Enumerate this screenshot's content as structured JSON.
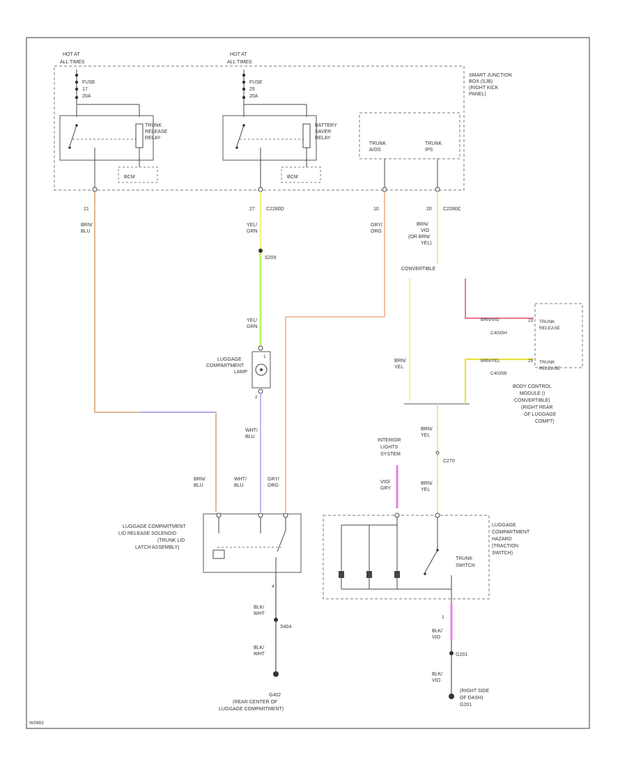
{
  "power": {
    "hot1": [
      "HOT AT",
      "ALL TIMES"
    ],
    "hot2": [
      "HOT AT",
      "ALL TIMES"
    ],
    "fuse1": [
      "FUSE",
      "17",
      "20A"
    ],
    "fuse2": [
      "FUSE",
      "25",
      "20A"
    ]
  },
  "sjb": {
    "label": [
      "SMART JUNCTION",
      "BOX (SJB)",
      "(RIGHT KICK",
      "PANEL)"
    ],
    "relay1": [
      "TRUNK",
      "RELEASE",
      "RELAY"
    ],
    "relay2": [
      "BATTERY",
      "SAVER",
      "RELAY"
    ],
    "body_label1": "BCM",
    "body_label2": "BCM",
    "trunk_a": [
      "TRUNK",
      "A/OS"
    ],
    "trunk_b": [
      "TRUNK",
      "IPS"
    ],
    "pins": [
      "21",
      "27",
      "10",
      "20"
    ],
    "connector1": "C2280D",
    "connector2": "C2280C"
  },
  "wires": {
    "w1": [
      "BRN/",
      "BLU"
    ],
    "w2": [
      "YEL/",
      "GRN"
    ],
    "w3": [
      "GRY/",
      "ORG"
    ],
    "w4": [
      "BRN/",
      "VIO",
      "(OR BRN/",
      "YEL)"
    ],
    "w2b": [
      "YEL/",
      "GRN"
    ],
    "w5": [
      "BRN/",
      "YEL"
    ],
    "w6": [
      "BRN/",
      "YEL"
    ],
    "w7": [
      "WHT/",
      "BLU"
    ],
    "w8": [
      "BRN/",
      "BLU"
    ],
    "w9": [
      "WHT/",
      "BLU"
    ],
    "w10": [
      "GRY/",
      "ORG"
    ],
    "w11": [
      "VIO/",
      "GRY"
    ],
    "w12": [
      "BRN/",
      "YEL"
    ],
    "w13": [
      "BLK/",
      "WHT"
    ],
    "w14": [
      "BLK/",
      "WHT"
    ],
    "w15": [
      "BLK/",
      "VIO"
    ],
    "w16": [
      "BLK/",
      "VIO"
    ],
    "w_top_right": "BRN/VIO",
    "w_bot_right": "BRN/YEL"
  },
  "splices": {
    "s1": "S209",
    "s2": "C270",
    "s3": "S404",
    "s4": "G201"
  },
  "convertible": "CONVERTIBLE",
  "bcm": {
    "pin1": "23",
    "pin2": "25",
    "pin1_label": [
      "TRUNK",
      "RELEASE"
    ],
    "pin2_label": [
      "TRUNK",
      "RELEASE"
    ],
    "conn1": "C4035H",
    "conn2": "C4035B",
    "label": [
      "BODY CONTROL",
      "MODULE (I",
      "CONVERTIBLE)",
      "(RIGHT REAR",
      "OF LUGGAGE",
      "COMPT)"
    ]
  },
  "lamp": {
    "label": [
      "LUGGAGE",
      "COMPARTMENT",
      "LAMP"
    ],
    "pin_top": "1",
    "pin_bot": "2"
  },
  "latch": {
    "label": [
      "LUGGAGE COMPARTMENT",
      "LID RELEASE SOLENOID",
      "(TRUNK LID",
      "LATCH ASSEMBLY)"
    ],
    "pin": "4"
  },
  "interior_switch": [
    "INTERIOR",
    "LIGHTS",
    "SYSTEM"
  ],
  "lcs": {
    "label": [
      "LUGGAGE",
      "COMPARTMENT",
      "HAZARD",
      "(TRACTION",
      "SWITCH)"
    ],
    "switch_label": [
      "TRUNK",
      "SWITCH"
    ],
    "pin_label": "1"
  },
  "grounds": {
    "g1": "G402",
    "g1_desc": [
      "(REAR CENTER OF",
      "LUGGAGE COMPARTMENT)"
    ],
    "g2_desc": [
      "(RIGHT SIDE",
      "OF DASH)",
      "G201"
    ]
  },
  "footer_code": "W3983"
}
